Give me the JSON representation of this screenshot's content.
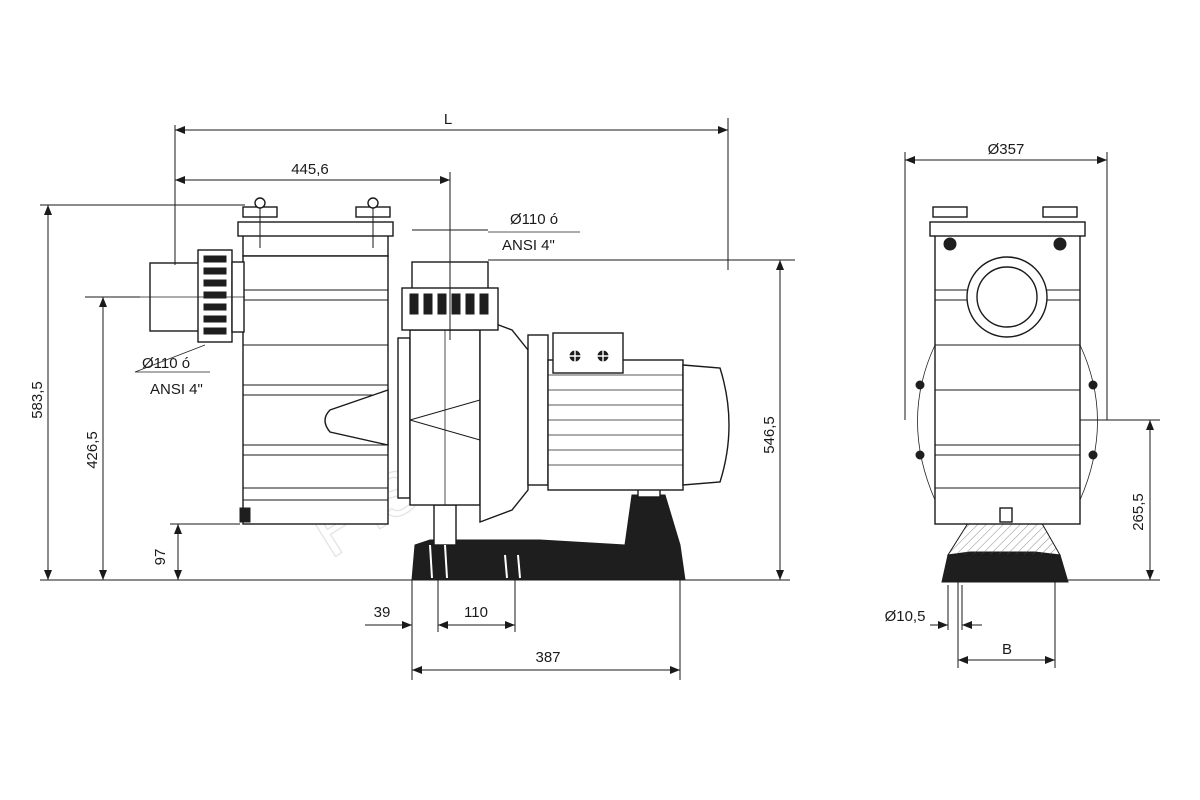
{
  "dimensions": {
    "overall_length": "L",
    "inlet_to_outlet": "445,6",
    "outlet_size_line1": "Ø110 ó",
    "outlet_size_line2": "ANSI 4\"",
    "inlet_size_line1": "Ø110 ó",
    "inlet_size_line2": "ANSI 4\"",
    "total_height": "583,5",
    "inlet_height": "426,5",
    "drain_height": "97",
    "outlet_height": "546,5",
    "base_offset": "39",
    "foot_width": "110",
    "base_length": "387",
    "front_diameter": "Ø357",
    "axis_height": "265,5",
    "bolt_hole": "Ø10,5",
    "base_width": "B"
  },
  "watermark": "Piscinas"
}
